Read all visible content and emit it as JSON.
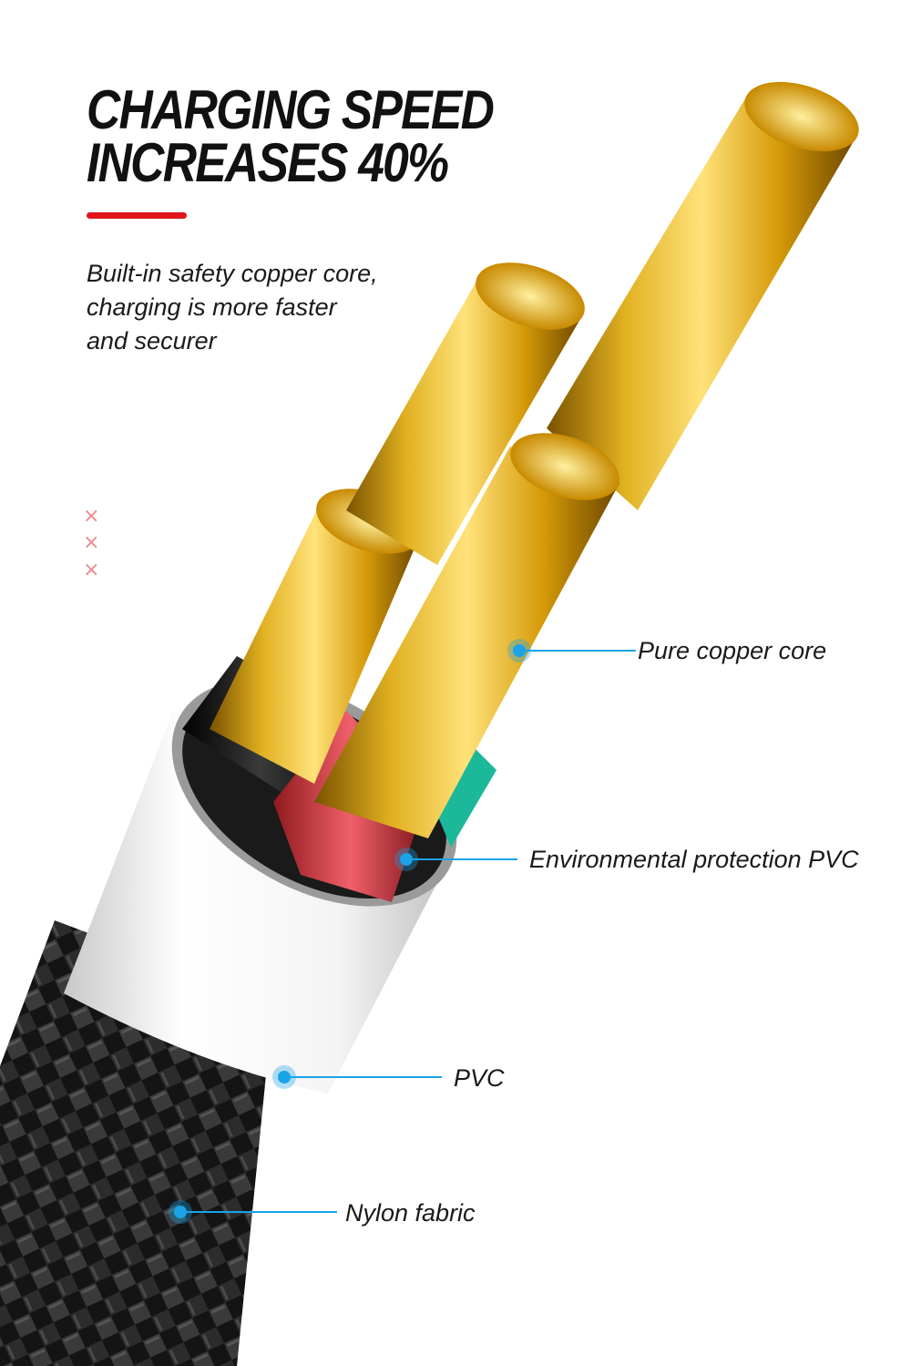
{
  "header": {
    "title_line1": "CHARGING SPEED",
    "title_line2": "INCREASES 40%",
    "subtitle_line1": "Built-in safety copper core,",
    "subtitle_line2": "charging is more faster",
    "subtitle_line3": "and securer"
  },
  "decorations": {
    "x_mark": "×"
  },
  "callouts": {
    "copper_core": "Pure copper core",
    "env_pvc": "Environmental protection PVC",
    "pvc": "PVC",
    "nylon": "Nylon fabric"
  },
  "colors": {
    "accent_red": "#e0151c",
    "callout_blue": "#1aa3e8",
    "copper_gold": "#d9a60f"
  }
}
